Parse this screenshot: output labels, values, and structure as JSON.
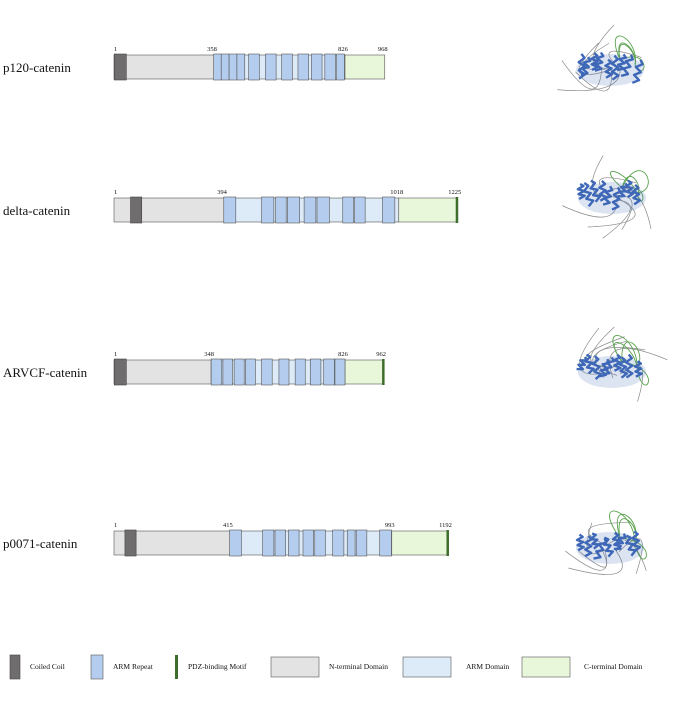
{
  "colors": {
    "n_terminal": "#e3e3e3",
    "arm_domain": "#ddeaf8",
    "c_terminal": "#e8f6da",
    "arm_repeat": "#b4cdee",
    "coiled_coil": "#6f6d6e",
    "pdz_motif": "#3e6e2c",
    "outline": "#555555",
    "structure_blue": "#3f68b8",
    "structure_green": "#5aa24e",
    "structure_gray": "#8a8a8a"
  },
  "proteins": [
    {
      "name": "p120-catenin",
      "length": 968,
      "arm_start": 358,
      "arm_end": 826,
      "labels": [
        "1",
        "358",
        "826",
        "968"
      ],
      "arm_repeats": [
        [
          357,
          384
        ],
        [
          384,
          412
        ],
        [
          412,
          440
        ],
        [
          440,
          468
        ],
        [
          482,
          520
        ],
        [
          542,
          580
        ],
        [
          600,
          638
        ],
        [
          658,
          696
        ],
        [
          706,
          744
        ],
        [
          754,
          792
        ],
        [
          796,
          824
        ]
      ],
      "coiled_coil": [
        2,
        45
      ],
      "pdz_motif": false,
      "structure_icon": "p120-structure-icon"
    },
    {
      "name": "delta-catenin",
      "length": 1225,
      "arm_start": 394,
      "arm_end": 1018,
      "labels": [
        "1",
        "394",
        "1018",
        "1225"
      ],
      "arm_repeats": [
        [
          393,
          436
        ],
        [
          528,
          572
        ],
        [
          578,
          616
        ],
        [
          620,
          664
        ],
        [
          680,
          722
        ],
        [
          726,
          770
        ],
        [
          818,
          856
        ],
        [
          860,
          898
        ],
        [
          960,
          1004
        ]
      ],
      "coiled_coil": [
        60,
        100
      ],
      "pdz_motif": true,
      "structure_icon": "delta-structure-icon"
    },
    {
      "name": "ARVCF-catenin",
      "length": 962,
      "arm_start": 348,
      "arm_end": 826,
      "labels": [
        "1",
        "348",
        "826",
        "962"
      ],
      "arm_repeats": [
        [
          348,
          386
        ],
        [
          390,
          424
        ],
        [
          430,
          466
        ],
        [
          470,
          506
        ],
        [
          528,
          566
        ],
        [
          590,
          626
        ],
        [
          648,
          684
        ],
        [
          702,
          740
        ],
        [
          750,
          788
        ],
        [
          790,
          826
        ]
      ],
      "coiled_coil": [
        2,
        45
      ],
      "pdz_motif": true,
      "structure_icon": "arvcf-structure-icon"
    },
    {
      "name": "p0071-catenin",
      "length": 1192,
      "arm_start": 415,
      "arm_end": 993,
      "labels": [
        "1",
        "415",
        "993",
        "1192"
      ],
      "arm_repeats": [
        [
          414,
          456
        ],
        [
          532,
          572
        ],
        [
          576,
          614
        ],
        [
          624,
          662
        ],
        [
          676,
          714
        ],
        [
          718,
          756
        ],
        [
          782,
          822
        ],
        [
          834,
          862
        ],
        [
          866,
          904
        ],
        [
          950,
          992
        ]
      ],
      "coiled_coil": [
        40,
        80
      ],
      "pdz_motif": true,
      "structure_icon": "p0071-structure-icon"
    }
  ],
  "legend": [
    {
      "label": "Coiled Coil",
      "kind": "coiled_coil"
    },
    {
      "label": "ARM Repeat",
      "kind": "arm_repeat"
    },
    {
      "label": "PDZ-binding Motif",
      "kind": "pdz_motif"
    },
    {
      "label": "N-terminal Domain",
      "kind": "n_terminal"
    },
    {
      "label": "ARM Domain",
      "kind": "arm_domain"
    },
    {
      "label": "C-terminal Domain",
      "kind": "c_terminal"
    }
  ]
}
